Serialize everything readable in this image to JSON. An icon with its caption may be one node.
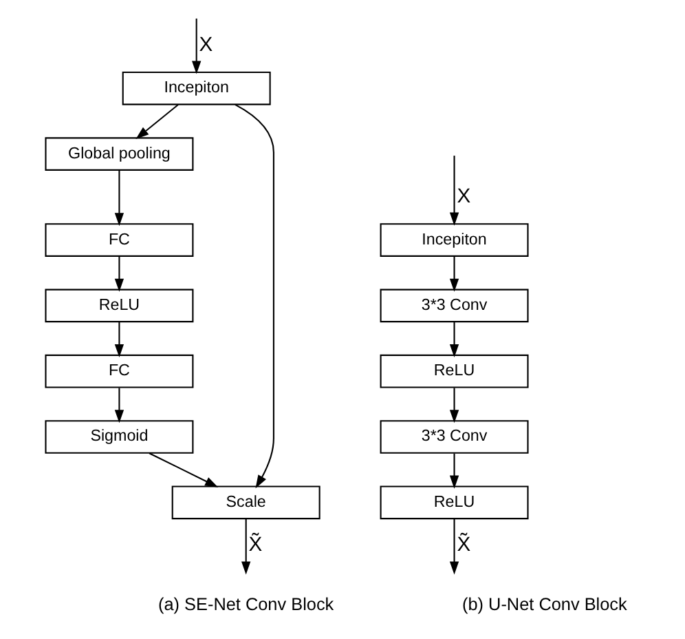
{
  "diagram": {
    "nodes": [
      {
        "text": [
          "Incepiton"
        ]
      },
      {
        "text": [
          "Global pooling"
        ]
      },
      {
        "text": [
          "FC"
        ]
      },
      {
        "text": [
          "ReLU"
        ]
      },
      {
        "text": [
          "FC"
        ]
      },
      {
        "text": [
          "Sigmoid"
        ]
      },
      {
        "text": [
          "Scale"
        ]
      },
      {
        "text": [
          "Incepiton"
        ]
      },
      {
        "text": [
          "3*3 Conv"
        ]
      },
      {
        "text": [
          "ReLU"
        ]
      },
      {
        "text": [
          "3*3 Conv"
        ]
      },
      {
        "text": [
          "ReLU"
        ]
      }
    ],
    "edges": [
      {
        "from": null,
        "to": 0,
        "arrow": "to",
        "label": "X"
      },
      {
        "from": 0,
        "to": 1,
        "arrow": "to"
      },
      {
        "from": 1,
        "to": 2,
        "arrow": "to"
      },
      {
        "from": 2,
        "to": 3,
        "arrow": "to"
      },
      {
        "from": 3,
        "to": 4,
        "arrow": "to"
      },
      {
        "from": 4,
        "to": 5,
        "arrow": "to"
      },
      {
        "from": 5,
        "to": 6,
        "arrow": "to"
      },
      {
        "from": 0,
        "to": 6,
        "arrow": "to"
      },
      {
        "from": 6,
        "to": null,
        "arrow": "to",
        "label": "X̃"
      },
      {
        "from": null,
        "to": 7,
        "arrow": "to",
        "label": "X"
      },
      {
        "from": 7,
        "to": 8,
        "arrow": "to"
      },
      {
        "from": 8,
        "to": 9,
        "arrow": "to"
      },
      {
        "from": 9,
        "to": 10,
        "arrow": "to"
      },
      {
        "from": 10,
        "to": 11,
        "arrow": "to"
      },
      {
        "from": 11,
        "to": null,
        "arrow": "to",
        "label": "X̃"
      }
    ],
    "labels": [
      "(a) SE-Net Conv Block",
      "(b) U-Net Conv Block"
    ]
  }
}
